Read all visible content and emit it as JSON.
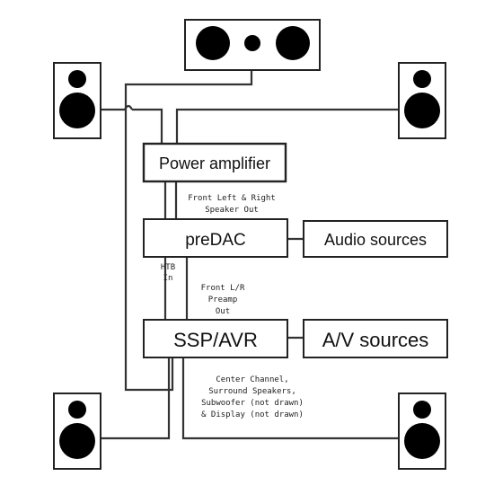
{
  "boxes": {
    "power_amplifier": "Power amplifier",
    "predac": "preDAC",
    "audio_sources": "Audio sources",
    "ssp_avr": "SSP/AVR",
    "av_sources": "A/V sources"
  },
  "notes": {
    "front_speaker_out": [
      "Front Left & Right",
      "Speaker Out"
    ],
    "htb_in": [
      "HTB",
      "In"
    ],
    "front_preamp_out": [
      "Front L/R",
      "Preamp",
      "Out"
    ],
    "center_channel": [
      "Center Channel,",
      "Surround Speakers,",
      "Subwoofer (not drawn)",
      "& Display (not drawn)"
    ]
  },
  "speakers": [
    "center-speaker",
    "front-left-speaker",
    "front-right-speaker",
    "surround-left-speaker",
    "surround-right-speaker"
  ],
  "colors": {
    "line": "#333333",
    "box_border": "#222222",
    "speaker": "#000000",
    "background": "#ffffff"
  }
}
